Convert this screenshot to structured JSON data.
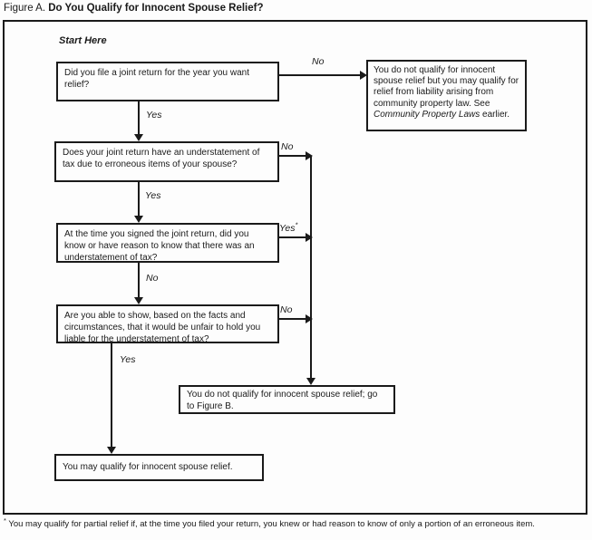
{
  "title": {
    "prefix": "Figure A.",
    "main": "Do You Qualify for Innocent Spouse Relief?"
  },
  "start_here": "Start Here",
  "flow": {
    "q1": {
      "text": "Did you file a joint return for the year you want relief?",
      "no_label": "No",
      "yes_label": "Yes"
    },
    "community_box": {
      "before": "You do not qualify for innocent spouse relief but you may qualify for relief from liability arising from community property law. See ",
      "italic": "Community Property Laws",
      "after": " earlier."
    },
    "q2": {
      "text": "Does your joint return have an understatement of tax due to erroneous items of your spouse?",
      "no_label": "No",
      "yes_label": "Yes"
    },
    "q3": {
      "text": "At the time you signed the joint return, did you know or have reason to know that there was an understatement of tax?",
      "yes_label": "Yes",
      "yes_sup": "*",
      "no_label": "No"
    },
    "q4": {
      "text": "Are you able to show, based on the facts and circumstances, that it would be unfair to hold you liable for the understatement of tax?",
      "no_label": "No",
      "yes_label": "Yes"
    },
    "not_qualify_box": "You do not qualify for innocent spouse relief; go to Figure B.",
    "may_qualify_box": "You may qualify for innocent spouse relief."
  },
  "footnote": {
    "sup": "*",
    "text": "You may qualify for partial relief if, at the time you filed your return, you knew or had reason to know of only a portion of an erroneous item."
  },
  "colors": {
    "ink": "#1a1a1a",
    "background": "#fdfdfd"
  }
}
